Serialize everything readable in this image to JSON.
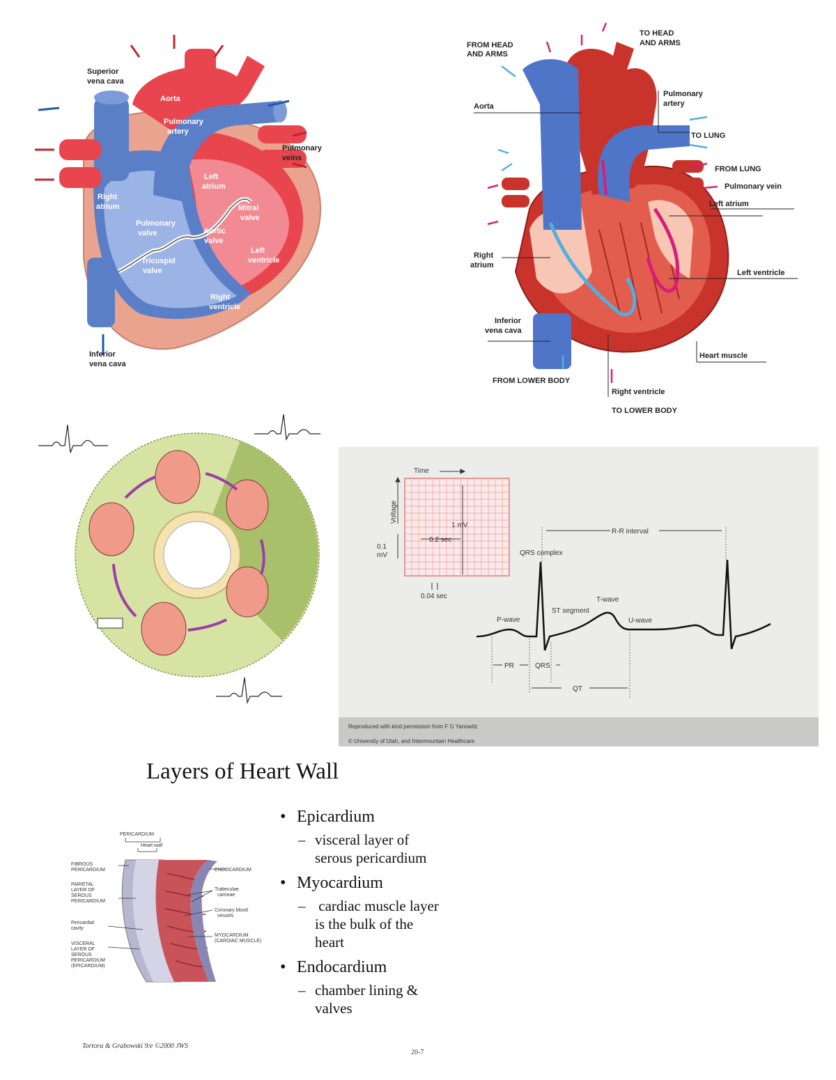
{
  "heart_left": {
    "labels": {
      "superior_vena_cava": [
        "Superior",
        "vena cava"
      ],
      "aorta": "Aorta",
      "pulmonary_artery": [
        "Pulmonary",
        "artery"
      ],
      "pulmonary_veins": [
        "Pulmonary",
        "veins"
      ],
      "left_atrium": [
        "Left",
        "atrium"
      ],
      "right_atrium": [
        "Right",
        "atrium"
      ],
      "mitral_valve": [
        "Mitral",
        "valve"
      ],
      "pulmonary_valve": [
        "Pulmonary",
        "valve"
      ],
      "aortic_valve": [
        "Aortic",
        "valve"
      ],
      "left_ventricle": [
        "Left",
        "ventricle"
      ],
      "tricuspid_valve": [
        "Tricuspid",
        "valve"
      ],
      "right_ventricle": [
        "Right",
        "ventricle"
      ],
      "inferior_vena_cava": [
        "Inferior",
        "vena cava"
      ]
    },
    "colors": {
      "oxygenated": "#e8454e",
      "deoxygenated": "#5b7fc7",
      "muscle": "#e9a38e"
    }
  },
  "heart_right": {
    "labels": {
      "from_head": [
        "FROM HEAD",
        "AND ARMS"
      ],
      "to_head": [
        "TO HEAD",
        "AND ARMS"
      ],
      "aorta": "Aorta",
      "pulmonary_artery": [
        "Pulmonary",
        "artery"
      ],
      "to_lung": "TO LUNG",
      "from_lung": "FROM LUNG",
      "pulmonary_vein": "Pulmonary vein",
      "left_atrium": "Left atrium",
      "right_atrium": [
        "Right",
        "atrium"
      ],
      "left_ventricle": "Left ventricle",
      "inferior_vena_cava": [
        "Inferior",
        "vena cava"
      ],
      "heart_muscle": "Heart muscle",
      "from_lower_body": "FROM LOWER BODY",
      "right_ventricle": "Right ventricle",
      "to_lower_body": "TO LOWER BODY"
    },
    "colors": {
      "red": "#c8342c",
      "blue": "#4f75c9",
      "pink_arrow": "#d61e7a",
      "cyan_arrow": "#4fb0e0"
    }
  },
  "ecg": {
    "time_label": "Time",
    "voltage_label": "Voltage",
    "mv_label": "1 mV",
    "sec_label": "0.2 sec",
    "small_mv": [
      "0.1",
      "mV"
    ],
    "small_sec": "0.04 sec",
    "rr_label": "R-R interval",
    "qrs_complex": "QRS complex",
    "st_segment": "ST segment",
    "t_wave": "T-wave",
    "p_wave": "P-wave",
    "u_wave": "U-wave",
    "pr": "PR",
    "qrs": "QRS",
    "qt": "QT",
    "credit_1": "Reproduced with kind permission from F G Yanowitz",
    "credit_2": "© University of Utah, and Intermountain Healthcare"
  },
  "layers": {
    "title": "Layers of Heart Wall",
    "diagram_labels": {
      "pericardium": "PERICARDIUM",
      "heart_wall": "Heart wall",
      "fibrous": [
        "FIBROUS",
        "PERICARDIUM"
      ],
      "parietal": [
        "PARIETAL",
        "LAYER OF",
        "SEROUS",
        "PERICARDIUM"
      ],
      "pericardial_cavity": [
        "Pericardial",
        "cavity"
      ],
      "visceral": [
        "VISCERAL",
        "LAYER OF",
        "SEROUS",
        "PERICARDIUM",
        "(EPICARDIUM)"
      ],
      "endocardium": "ENDOCARDIUM",
      "trabeculae": [
        "Trabeculae",
        "carneae"
      ],
      "coronary": [
        "Coronary blood",
        "vessels"
      ],
      "myocardium": [
        "MYOCARDIUM",
        "(CARDIAC MUSCLE)"
      ]
    },
    "bullets": [
      {
        "title": "Epicardium",
        "sub": [
          "visceral layer of",
          "serous pericardium"
        ]
      },
      {
        "title": "Myocardium",
        "sub": [
          " cardiac muscle layer",
          "is the bulk of the",
          "heart"
        ]
      },
      {
        "title": "Endocardium",
        "sub": [
          "chamber lining &",
          "valves"
        ]
      }
    ],
    "credit": "Tortora & Grabowski 9/e ©2000 JWS",
    "page_number": "20-7"
  }
}
